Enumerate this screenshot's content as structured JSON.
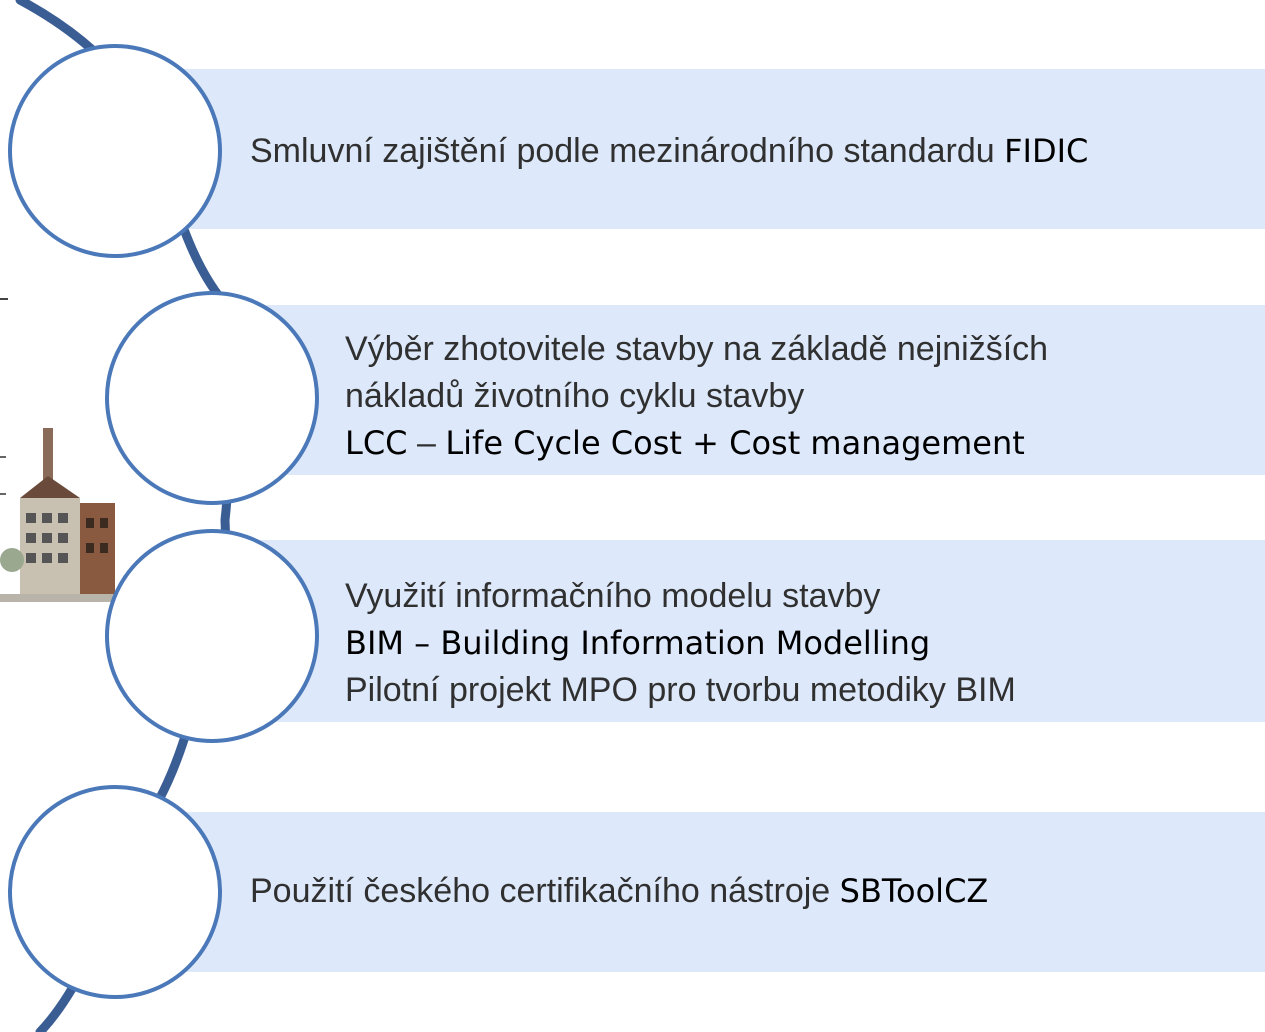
{
  "colors": {
    "panel_fill": "#dde9fa",
    "circle_stroke": "#4a78b8",
    "connector": "#3a5d94"
  },
  "steps": [
    {
      "lines": [
        {
          "text": "Smluvní zajištění podle mezinárodního standardu ",
          "highlight": "FIDIC"
        }
      ]
    },
    {
      "lines": [
        {
          "text": "Výběr zhotovitele stavby na základě nejnižších"
        },
        {
          "text": "nákladů životního cyklu stavby"
        },
        {
          "highlight": "LCC",
          "sep": " – ",
          "highlight2": "Life Cycle Cost + Cost management"
        }
      ]
    },
    {
      "lines": [
        {
          "text": "Využití informačního modelu stavby"
        },
        {
          "highlight": "BIM – Building Information Modelling"
        },
        {
          "text": "Pilotní projekt MPO pro tvorbu metodiky BIM"
        }
      ]
    },
    {
      "lines": [
        {
          "text": "Použití českého certifikačního nástroje ",
          "highlight": "SBToolCZ"
        }
      ]
    }
  ]
}
